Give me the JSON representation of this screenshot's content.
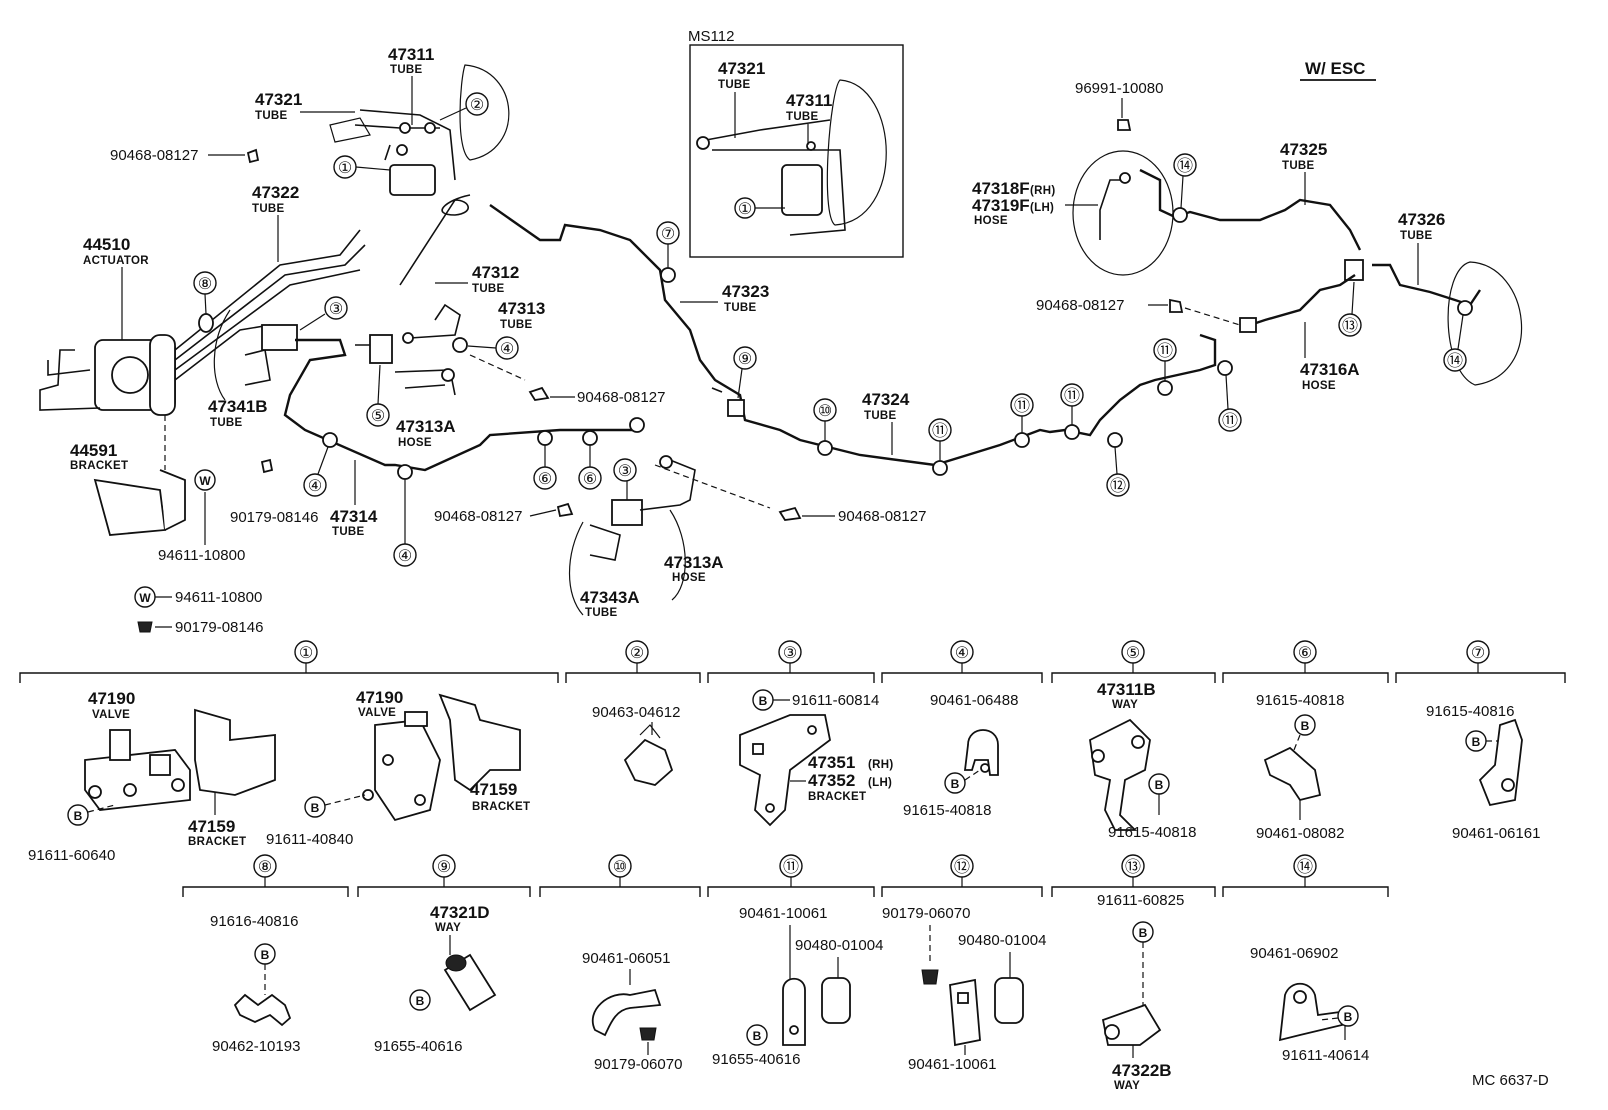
{
  "header": {
    "variant": "W/ ESC",
    "inset_title": "MS112",
    "code": "MC  6637-D"
  },
  "labels": {
    "p47311": "47311",
    "p47311_sub": "TUBE",
    "p47321": "47321",
    "p47321_sub": "TUBE",
    "p90468_a": "90468-08127",
    "p47322": "47322",
    "p47322_sub": "TUBE",
    "p44510": "44510",
    "p44510_sub": "ACTUATOR",
    "p47312": "47312",
    "p47312_sub": "TUBE",
    "p47313": "47313",
    "p47313_sub": "TUBE",
    "p47341B": "47341B",
    "p47341B_sub": "TUBE",
    "p47313A_a": "47313A",
    "p47313A_a_sub": "HOSE",
    "p90468_b": "90468-08127",
    "p44591": "44591",
    "p44591_sub": "BRACKET",
    "p90179_a": "90179-08146",
    "p47314": "47314",
    "p47314_sub": "TUBE",
    "p94611_a": "94611-10800",
    "p94611_legend": "94611-10800",
    "p90179_legend": "90179-08146",
    "p90468_c": "90468-08127",
    "p47313A_b": "47313A",
    "p47313A_b_sub": "HOSE",
    "p47343A": "47343A",
    "p47343A_sub": "TUBE",
    "p90468_d": "90468-08127",
    "p47323": "47323",
    "p47323_sub": "TUBE",
    "p47324": "47324",
    "p47324_sub": "TUBE",
    "p96991": "96991-10080",
    "p47325": "47325",
    "p47325_sub": "TUBE",
    "p47318F": "47318F",
    "p47318F_rh": "(RH)",
    "p47319F": "47319F",
    "p47319F_lh": "(LH)",
    "p4731x_sub": "HOSE",
    "p47326": "47326",
    "p47326_sub": "TUBE",
    "p90468_e": "90468-08127",
    "p47316A": "47316A",
    "p47316A_sub": "HOSE",
    "ins_47321": "47321",
    "ins_47321_sub": "TUBE",
    "ins_47311": "47311",
    "ins_47311_sub": "TUBE"
  },
  "detail": {
    "d1_47190a": "47190",
    "d1_valve_a": "VALVE",
    "d1_47159a": "47159",
    "d1_bracket_a": "BRACKET",
    "d1_91611a": "91611-60640",
    "d1_47190b": "47190",
    "d1_valve_b": "VALVE",
    "d1_47159b": "47159",
    "d1_bracket_b": "BRACKET",
    "d1_91611b": "91611-40840",
    "d2_90463": "90463-04612",
    "d3_91611": "91611-60814",
    "d3_47351": "47351",
    "d3_rh": "(RH)",
    "d3_47352": "47352",
    "d3_lh": "(LH)",
    "d3_bracket": "BRACKET",
    "d4_90461": "90461-06488",
    "d4_91615": "91615-40818",
    "d5_47311B": "47311B",
    "d5_way": "WAY",
    "d5_91615": "91615-40818",
    "d6_91615": "91615-40818",
    "d6_90461": "90461-08082",
    "d7_91615": "91615-40816",
    "d7_90461": "90461-06161",
    "d8_91616": "91616-40816",
    "d8_90462": "90462-10193",
    "d9_47321D": "47321D",
    "d9_way": "WAY",
    "d9_91655": "91655-40616",
    "d10_90461": "90461-06051",
    "d10_90179": "90179-06070",
    "d11_90461": "90461-10061",
    "d11_90480": "90480-01004",
    "d11_91655": "91655-40616",
    "d12_90179": "90179-06070",
    "d12_90480": "90480-01004",
    "d12_90461": "90461-10061",
    "d13_91611": "91611-60825",
    "d13_47322B": "47322B",
    "d13_way": "WAY",
    "d14_90461": "90461-06902",
    "d14_91611": "91611-40614"
  },
  "symbols": {
    "bolt": "B",
    "washer": "W"
  },
  "callouts": [
    "①",
    "②",
    "③",
    "④",
    "⑤",
    "⑥",
    "⑦",
    "⑧",
    "⑨",
    "⑩",
    "⑪",
    "⑫",
    "⑬",
    "⑭"
  ]
}
